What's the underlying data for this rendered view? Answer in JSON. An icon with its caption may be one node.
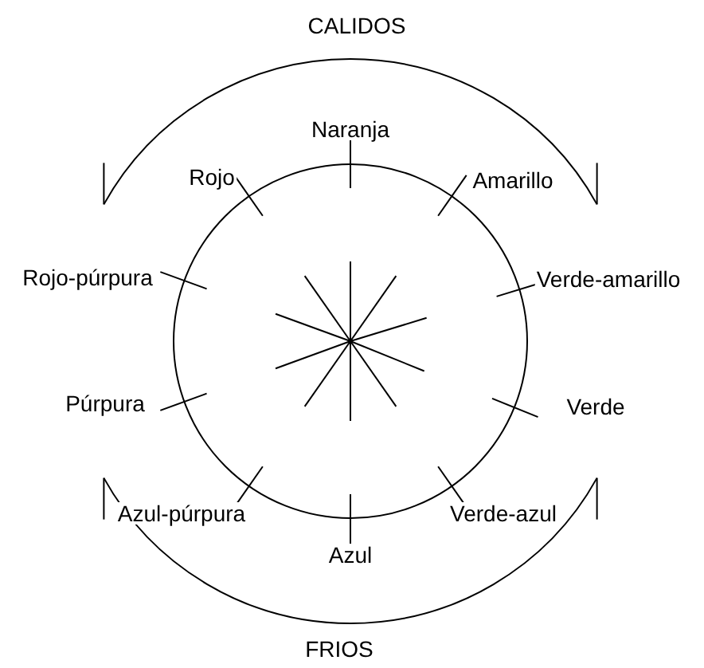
{
  "diagram": {
    "labels": [
      "CALIDOS",
      "Naranja",
      "Rojo",
      "Amarillo",
      "Rojo-púrpura",
      "Verde-amarillo",
      "Púrpura",
      "Verde",
      "Azul-púrpura",
      "Verde-azul",
      "Azul",
      "FRIOS"
    ]
  }
}
